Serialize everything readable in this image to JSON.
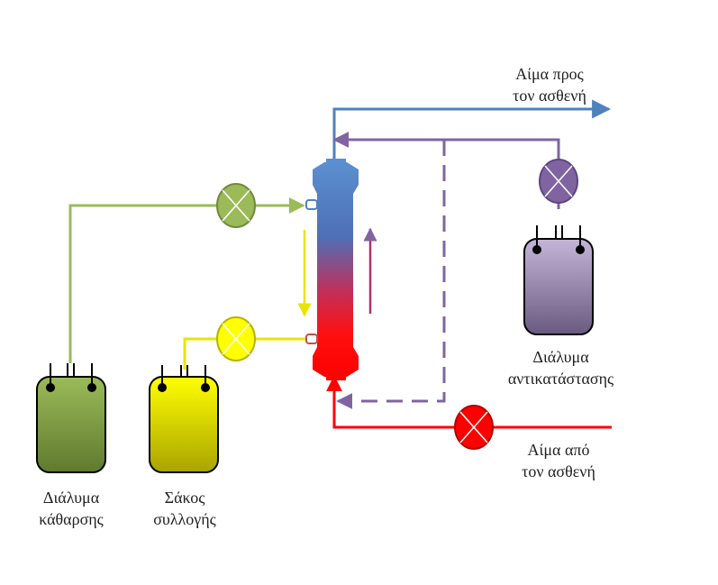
{
  "labels": {
    "blood_to_patient": {
      "line1": "Αίμα προς",
      "line2": "τον ασθενή"
    },
    "blood_from_patient": {
      "line1": "Αίμα από",
      "line2": "τον ασθενή"
    },
    "dialysate": {
      "line1": "Διάλυμα",
      "line2": "κάθαρσης"
    },
    "collection_bag": {
      "line1": "Σάκος",
      "line2": "συλλογής"
    },
    "replacement_fluid": {
      "line1": "Διάλυμα",
      "line2": "αντικατάστασης"
    }
  },
  "colors": {
    "blood_out": "#4f81bd",
    "blood_in": "#ff0000",
    "dialysate": "#9bbb59",
    "effluent": "#e6e600",
    "replacement": "#8064a2"
  }
}
